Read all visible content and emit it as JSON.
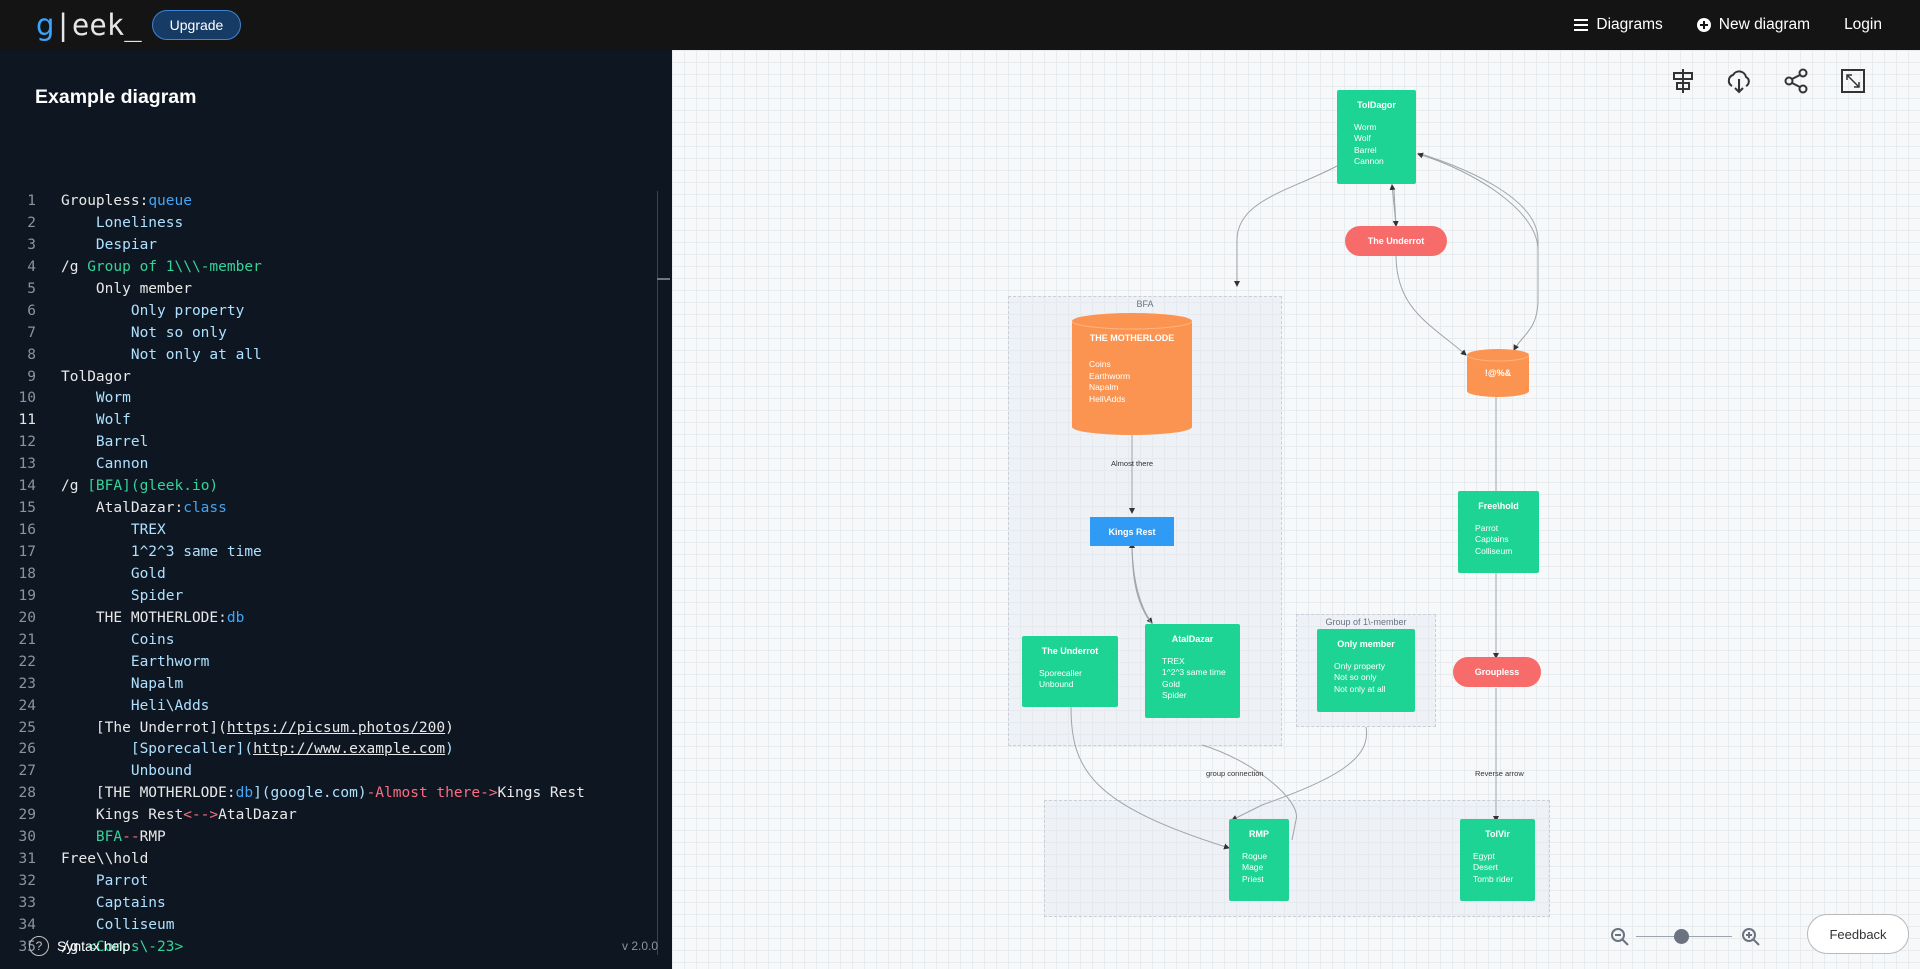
{
  "topbar": {
    "logo_g": "g",
    "logo_rest": "|eek_",
    "upgrade_label": "Upgrade",
    "nav": {
      "diagrams": "Diagrams",
      "new_diagram": "New diagram",
      "login": "Login"
    }
  },
  "editor": {
    "title": "Example diagram",
    "active_line": 11,
    "lines": [
      [
        [
          "plain",
          "Groupless:"
        ],
        [
          "type",
          "queue"
        ]
      ],
      [
        [
          "plain",
          "    "
        ],
        [
          "prop",
          "Loneliness"
        ]
      ],
      [
        [
          "plain",
          "    "
        ],
        [
          "prop",
          "Despiar"
        ]
      ],
      [
        [
          "plain",
          "/g "
        ],
        [
          "group",
          "Group of 1\\\\\\-member"
        ]
      ],
      [
        [
          "plain",
          "    Only member"
        ]
      ],
      [
        [
          "plain",
          "        "
        ],
        [
          "prop",
          "Only property"
        ]
      ],
      [
        [
          "plain",
          "        "
        ],
        [
          "prop",
          "Not so only"
        ]
      ],
      [
        [
          "plain",
          "        "
        ],
        [
          "prop",
          "Not only at all"
        ]
      ],
      [
        [
          "plain",
          "TolDagor"
        ]
      ],
      [
        [
          "plain",
          "    "
        ],
        [
          "prop",
          "Worm"
        ]
      ],
      [
        [
          "plain",
          "    "
        ],
        [
          "prop",
          "Wolf"
        ]
      ],
      [
        [
          "plain",
          "    "
        ],
        [
          "prop",
          "Barrel"
        ]
      ],
      [
        [
          "plain",
          "    "
        ],
        [
          "prop",
          "Cannon"
        ]
      ],
      [
        [
          "plain",
          "/g "
        ],
        [
          "group",
          "[BFA](gleek.io)"
        ]
      ],
      [
        [
          "plain",
          "    AtalDazar:"
        ],
        [
          "type",
          "class"
        ]
      ],
      [
        [
          "plain",
          "        "
        ],
        [
          "prop",
          "TREX"
        ]
      ],
      [
        [
          "plain",
          "        "
        ],
        [
          "prop",
          "1^2^3 same time"
        ]
      ],
      [
        [
          "plain",
          "        "
        ],
        [
          "prop",
          "Gold"
        ]
      ],
      [
        [
          "plain",
          "        "
        ],
        [
          "prop",
          "Spider"
        ]
      ],
      [
        [
          "plain",
          "    THE MOTHERLODE:"
        ],
        [
          "type",
          "db"
        ]
      ],
      [
        [
          "plain",
          "        "
        ],
        [
          "prop",
          "Coins"
        ]
      ],
      [
        [
          "plain",
          "        "
        ],
        [
          "prop",
          "Earthworm"
        ]
      ],
      [
        [
          "plain",
          "        "
        ],
        [
          "prop",
          "Napalm"
        ]
      ],
      [
        [
          "plain",
          "        "
        ],
        [
          "prop",
          "Heli\\Adds"
        ]
      ],
      [
        [
          "plain",
          "    [The Underrot]("
        ],
        [
          "link",
          "https://picsum.photos/200"
        ],
        [
          "plain",
          ")"
        ]
      ],
      [
        [
          "plain",
          "        "
        ],
        [
          "prop",
          "[Sporecaller]("
        ],
        [
          "link",
          "http://www.example.com"
        ],
        [
          "prop",
          ")"
        ]
      ],
      [
        [
          "plain",
          "        "
        ],
        [
          "prop",
          "Unbound"
        ]
      ],
      [
        [
          "plain",
          "    [THE MOTHERLODE:"
        ],
        [
          "type",
          "db"
        ],
        [
          "prop",
          "](google.com)"
        ],
        [
          "red",
          "-Almost there->"
        ],
        [
          "plain",
          "Kings Rest"
        ]
      ],
      [
        [
          "plain",
          "    Kings Rest"
        ],
        [
          "red",
          "<-->"
        ],
        [
          "plain",
          "AtalDazar"
        ]
      ],
      [
        [
          "plain",
          "    "
        ],
        [
          "group",
          "BFA"
        ],
        [
          "red",
          "--"
        ],
        [
          "plain",
          "RMP"
        ]
      ],
      [
        [
          "plain",
          "Free\\\\hold"
        ]
      ],
      [
        [
          "plain",
          "    "
        ],
        [
          "prop",
          "Parrot"
        ]
      ],
      [
        [
          "plain",
          "    "
        ],
        [
          "prop",
          "Captains"
        ]
      ],
      [
        [
          "plain",
          "    "
        ],
        [
          "prop",
          "Colliseum"
        ]
      ],
      [
        [
          "plain",
          "/g "
        ],
        [
          "group",
          "<Comps\\-23>"
        ]
      ]
    ],
    "syntax_help": "Syntax help",
    "version": "v 2.0.0"
  },
  "diagram": {
    "groups": {
      "bfa": "BFA",
      "group1": "Group of 1\\-member"
    },
    "toldagor": {
      "title": "TolDagor",
      "items": [
        "Worm",
        "Wolf",
        "Barrel",
        "Cannon"
      ]
    },
    "underrot_pill": "The Underrot",
    "motherlode": {
      "title": "THE MOTHERLODE",
      "items": [
        "Coins",
        "Earthworm",
        "Napalm",
        "Heli\\Adds"
      ]
    },
    "percent_db": "!@%&",
    "almost_there": "Almost there",
    "kings_rest": "Kings Rest",
    "freehold": {
      "title": "Free\\hold",
      "items": [
        "Parrot",
        "Captains",
        "Colliseum"
      ]
    },
    "underrot_node": {
      "title": "The Underrot",
      "items": [
        "Sporecaller",
        "Unbound"
      ]
    },
    "ataldazar": {
      "title": "AtalDazar",
      "items": [
        "TREX",
        "1^2^3 same time",
        "Gold",
        "Spider"
      ]
    },
    "only_member": {
      "title": "Only member",
      "items": [
        "Only property",
        "Not so only",
        "Not only at all"
      ]
    },
    "groupless": "Groupless",
    "group_connection": "group connection",
    "reverse_arrow": "Reverse arrow",
    "rmp": {
      "title": "RMP",
      "items": [
        "Rogue",
        "Mage",
        "Priest"
      ]
    },
    "tolvir": {
      "title": "TolVir",
      "items": [
        "Egypt",
        "Desert",
        "Tomb rider"
      ]
    }
  },
  "canvas_ui": {
    "feedback": "Feedback"
  },
  "colors": {
    "node_green": "#1ed494",
    "pill_red": "#f76b6b",
    "db_orange": "#fb9450",
    "kings_blue": "#2f9bf5"
  }
}
